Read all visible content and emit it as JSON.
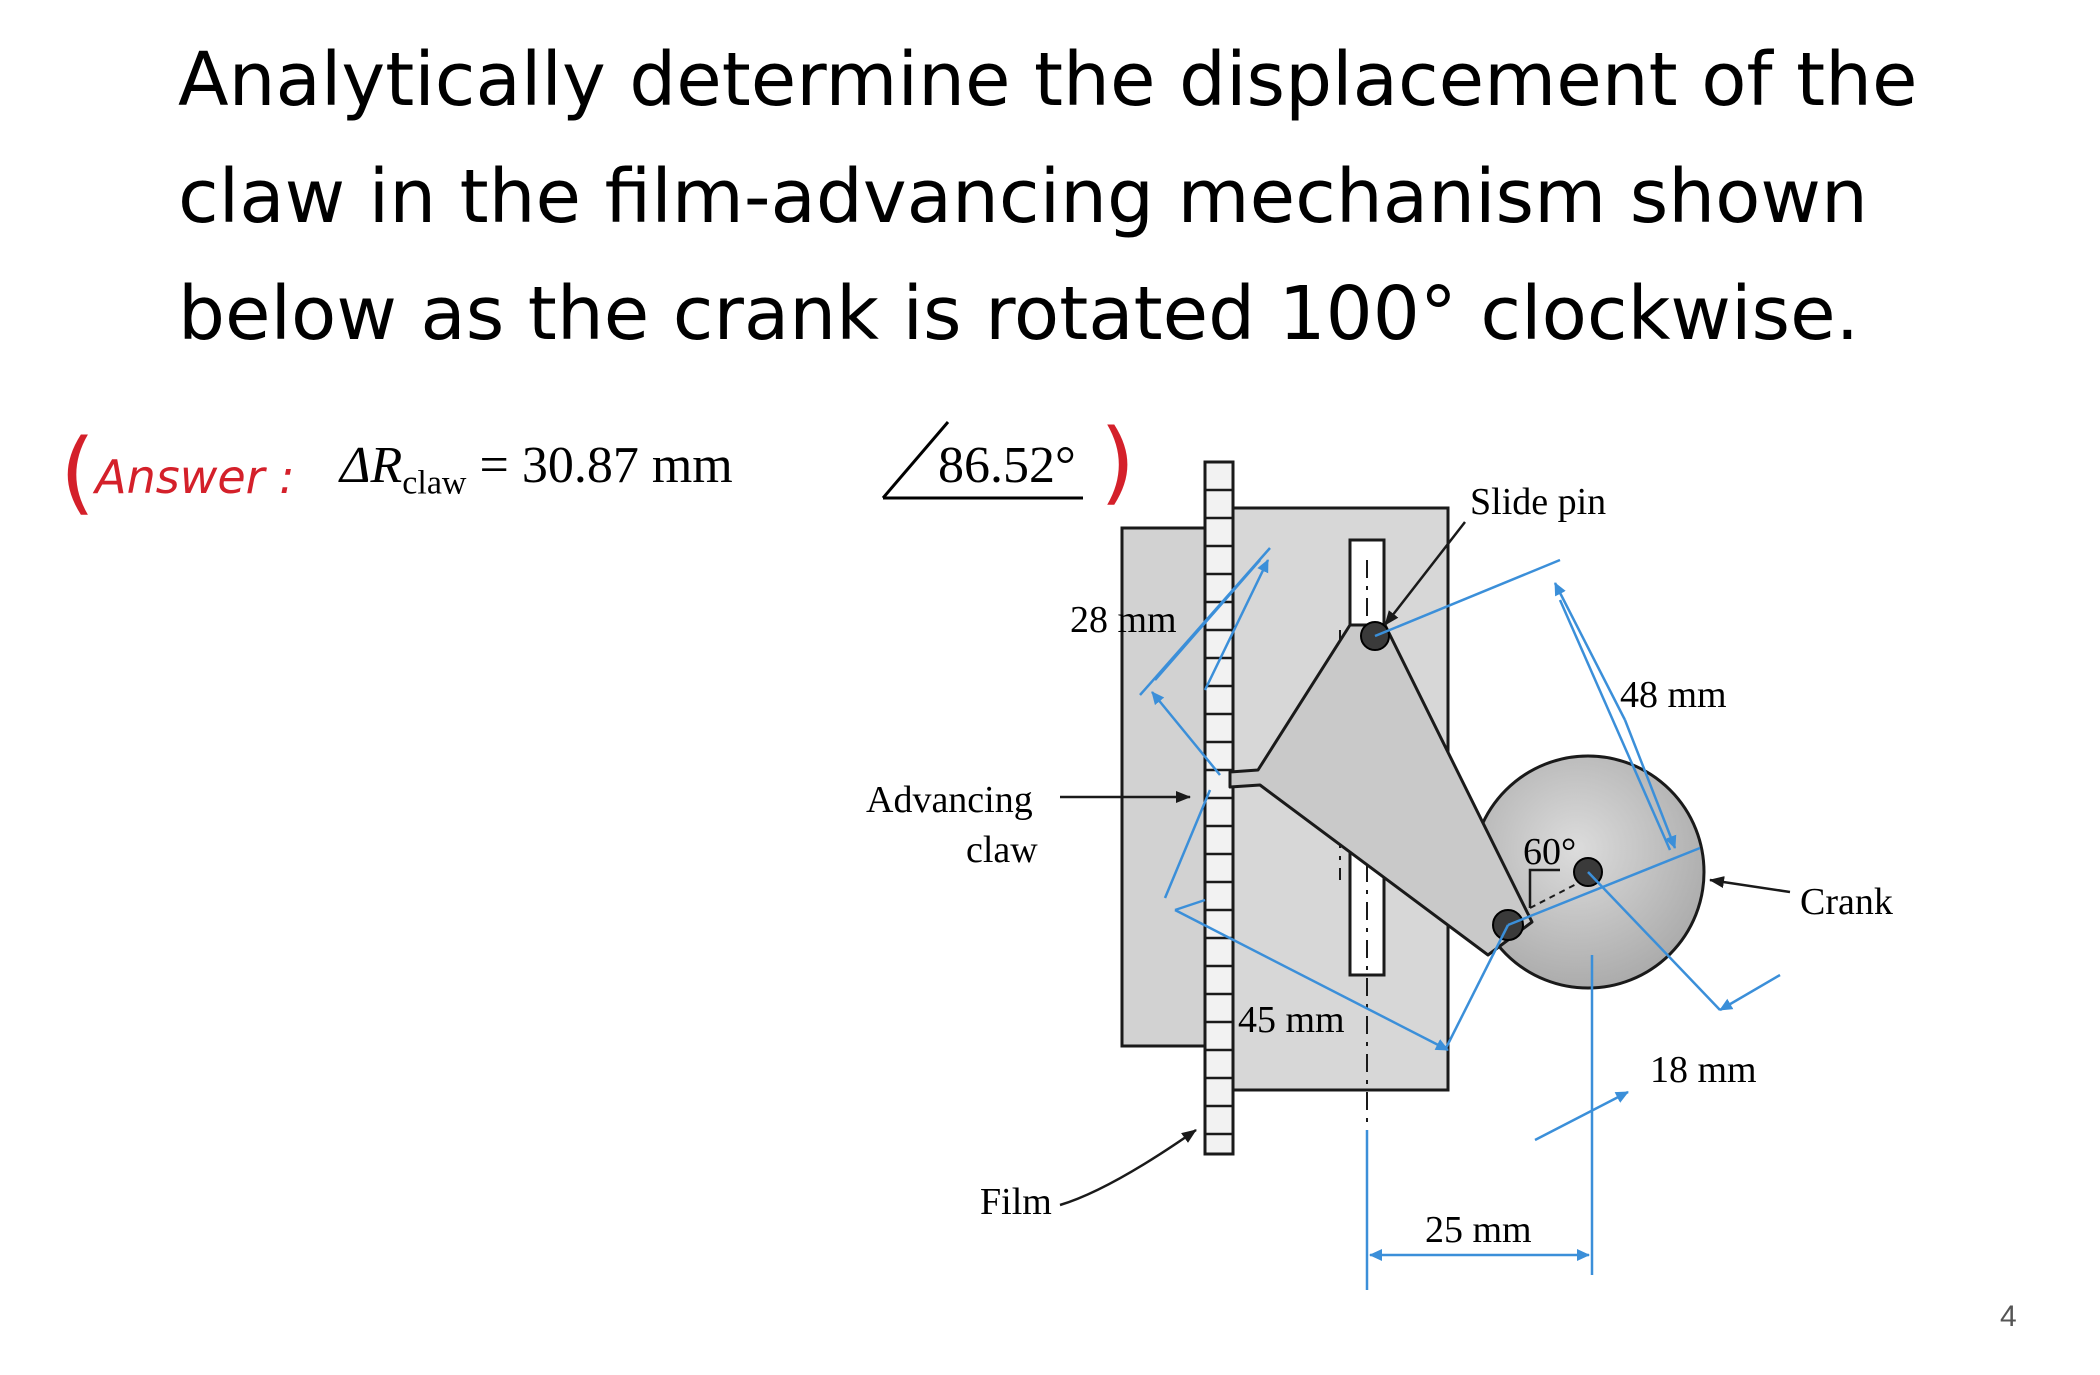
{
  "title": {
    "line1": "Analytically determine the displacement of the",
    "line2": "claw in the film-advancing mechanism shown",
    "line3": "below as the crank is rotated 100° clockwise."
  },
  "answer": {
    "prefix": "Answer :",
    "lhs": "ΔR",
    "lhs_subscript": "claw",
    "equals": "=",
    "magnitude": "30.87 mm",
    "angle": "86.52°"
  },
  "labels": {
    "slide_pin": "Slide pin",
    "dim_28": "28 mm",
    "dim_48": "48 mm",
    "advancing": "Advancing",
    "claw": "claw",
    "angle_60": "60°",
    "crank": "Crank",
    "dim_45": "45 mm",
    "dim_18": "18 mm",
    "film": "Film",
    "dim_25": "25 mm"
  },
  "colors": {
    "handwriting": "#d4202a",
    "dimension": "#3b8fd9",
    "part_fill": "#c9c9c9",
    "outline": "#1a1a1a"
  },
  "page_number": "4"
}
